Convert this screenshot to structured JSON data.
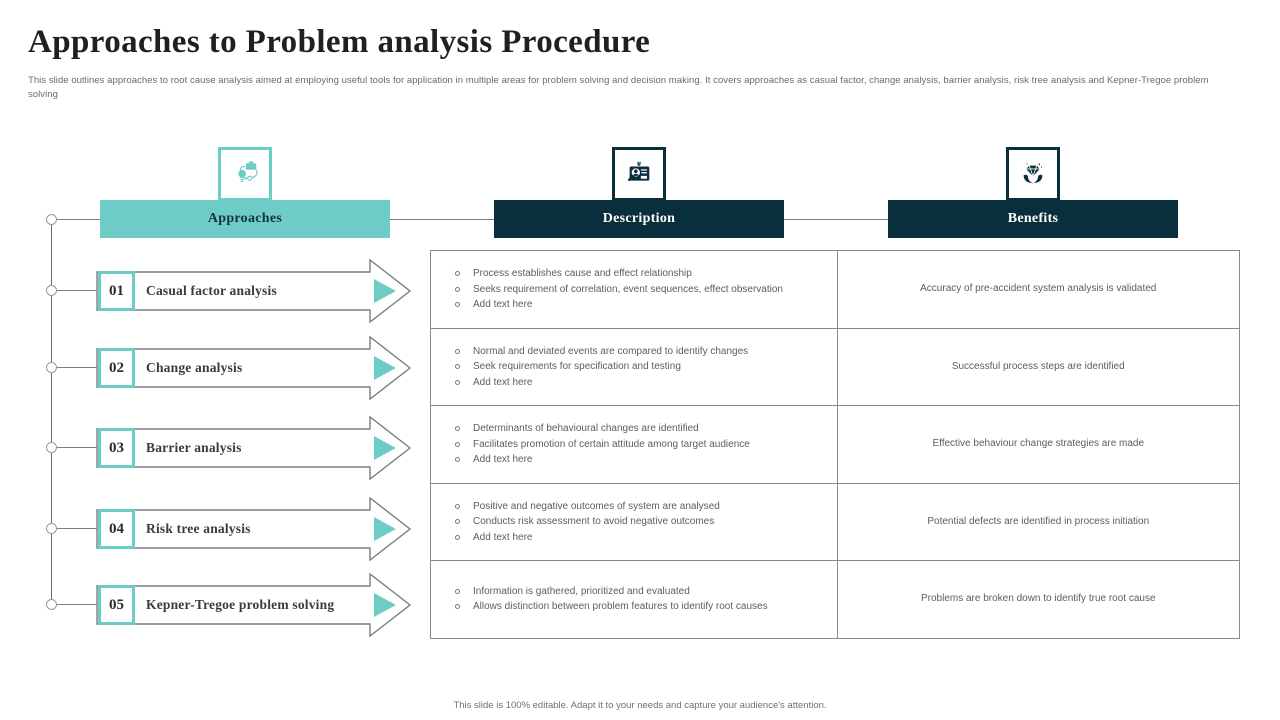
{
  "slide": {
    "title": "Approaches to Problem  analysis Procedure",
    "subtitle": "This slide outlines approaches to root cause analysis aimed at employing useful tools for application in  multiple areas for problem solving and decision making.  It covers approaches as casual factor, change analysis, barrier analysis, risk tree analysis and Kepner-Tregoe problem solving",
    "footer": "This slide is 100% editable.  Adapt it to your needs and capture your audience's attention."
  },
  "colors": {
    "teal": "#6ECCC6",
    "navy": "#0A2F3C",
    "line": "#8a8a8a",
    "text": "#5d5d5d"
  },
  "headers": [
    {
      "label": "Approaches",
      "icon": "process-lightbulb-icon",
      "style": "teal"
    },
    {
      "label": "Description",
      "icon": "id-badge-search-icon",
      "style": "navy"
    },
    {
      "label": "Benefits",
      "icon": "diamond-in-hands-icon",
      "style": "navy"
    }
  ],
  "rows": [
    {
      "number": "01",
      "approach": "Casual factor analysis",
      "description": [
        "Process establishes cause and effect relationship",
        "Seeks requirement of correlation, event sequences, effect observation",
        "Add text here"
      ],
      "benefit": "Accuracy  of pre-accident system analysis is validated"
    },
    {
      "number": "02",
      "approach": "Change analysis",
      "description": [
        "Normal and deviated events are compared to identify changes",
        "Seek requirements for specification and testing",
        "Add text here"
      ],
      "benefit": "Successful process steps are identified"
    },
    {
      "number": "03",
      "approach": "Barrier analysis",
      "description": [
        "Determinants of behavioural changes are identified",
        "Facilitates promotion of certain attitude among target audience",
        "Add text here"
      ],
      "benefit": "Effective behaviour change strategies are made"
    },
    {
      "number": "04",
      "approach": "Risk tree analysis",
      "description": [
        "Positive and negative outcomes of system are analysed",
        "Conducts risk assessment to avoid negative outcomes",
        "Add text here"
      ],
      "benefit": "Potential defects are identified in process initiation"
    },
    {
      "number": "05",
      "approach": "Kepner-Tregoe problem  solving",
      "description": [
        "Information is gathered, prioritized and evaluated",
        "Allows distinction between problem features to identify root causes"
      ],
      "benefit": "Problems are broken down to identify true root cause"
    }
  ]
}
